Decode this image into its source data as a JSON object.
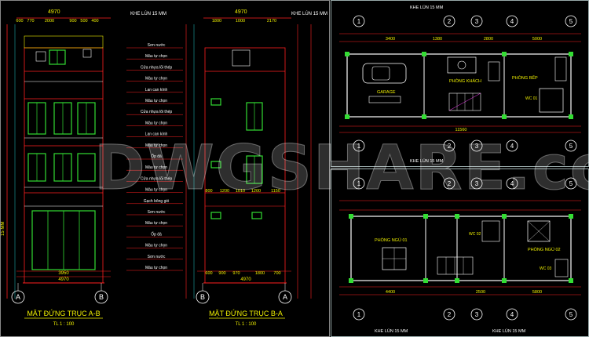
{
  "left_panel": {
    "header_left": "4970",
    "header_right_1": "KHE LÚN 15 MM",
    "header_right_2": "KHE LÚN 15 MM",
    "left_dims_top": [
      "600",
      "770",
      "2000",
      "900",
      "500",
      "400"
    ],
    "right_dims_top": [
      "1800",
      "1000",
      "2170"
    ],
    "side_label": "15 MM",
    "material_labels": [
      "Sơn nước",
      "Màu tự chọn",
      "Cửa nhựa lõi thép",
      "Màu tự chọn",
      "Lan can kính",
      "Màu tự chọn",
      "Cửa nhựa lõi thép",
      "Màu tự chọn",
      "Lan can kính",
      "Màu tự chọn",
      "Ốp đá",
      "Màu tự chọn",
      "Cửa nhựa lõi thép",
      "Màu tự chọn",
      "Gạch bông gió",
      "Sơn nước",
      "Màu tự chọn",
      "Ốp đá",
      "Màu tự chọn",
      "Sơn nước",
      "Màu tự chọn"
    ],
    "bottom_left_dims": [
      "3950",
      "4970"
    ],
    "bottom_right_dims": [
      "600",
      "900",
      "970",
      "1800",
      "700",
      "4970"
    ],
    "axis_a": "A",
    "axis_b": "B",
    "title_ab": "MẶT ĐỨNG TRỤC A-B",
    "scale_ab": "TL 1 : 100",
    "title_ba": "MẶT ĐỨNG TRỤC B-A",
    "scale_ba": "TL 1 : 100",
    "mid_dims": [
      "800",
      "1200",
      "1010",
      "1200",
      "1150"
    ]
  },
  "top_plan": {
    "khe_top": "KHE LÚN 15 MM",
    "khe_bottom": "KHE LÚN 15 MM",
    "axes": [
      "1",
      "2",
      "3",
      "4",
      "5"
    ],
    "rooms": [
      "GARAGE",
      "PHÒNG KHÁCH",
      "PHÒNG BẾP",
      "WC 01"
    ],
    "dims": [
      "3400",
      "1380",
      "2800",
      "5000",
      "11560"
    ]
  },
  "bottom_plan": {
    "khe_bottom": "KHE LÚN 15 MM",
    "axes": [
      "1",
      "2",
      "3",
      "4",
      "5"
    ],
    "rooms": [
      "PHÒNG NGỦ 01",
      "WC 02",
      "PHÒNG NGỦ 02",
      "WC 03"
    ],
    "dims": [
      "4400",
      "2500",
      "5800"
    ]
  },
  "watermark": "DWGSHARE.com",
  "colors": {
    "bg": "#000000",
    "yellow": "#f0f000",
    "red": "#ff2020",
    "green": "#33dd33",
    "white": "#ffffff",
    "cyan": "#22c8c8",
    "magenta": "#ff40ff"
  }
}
